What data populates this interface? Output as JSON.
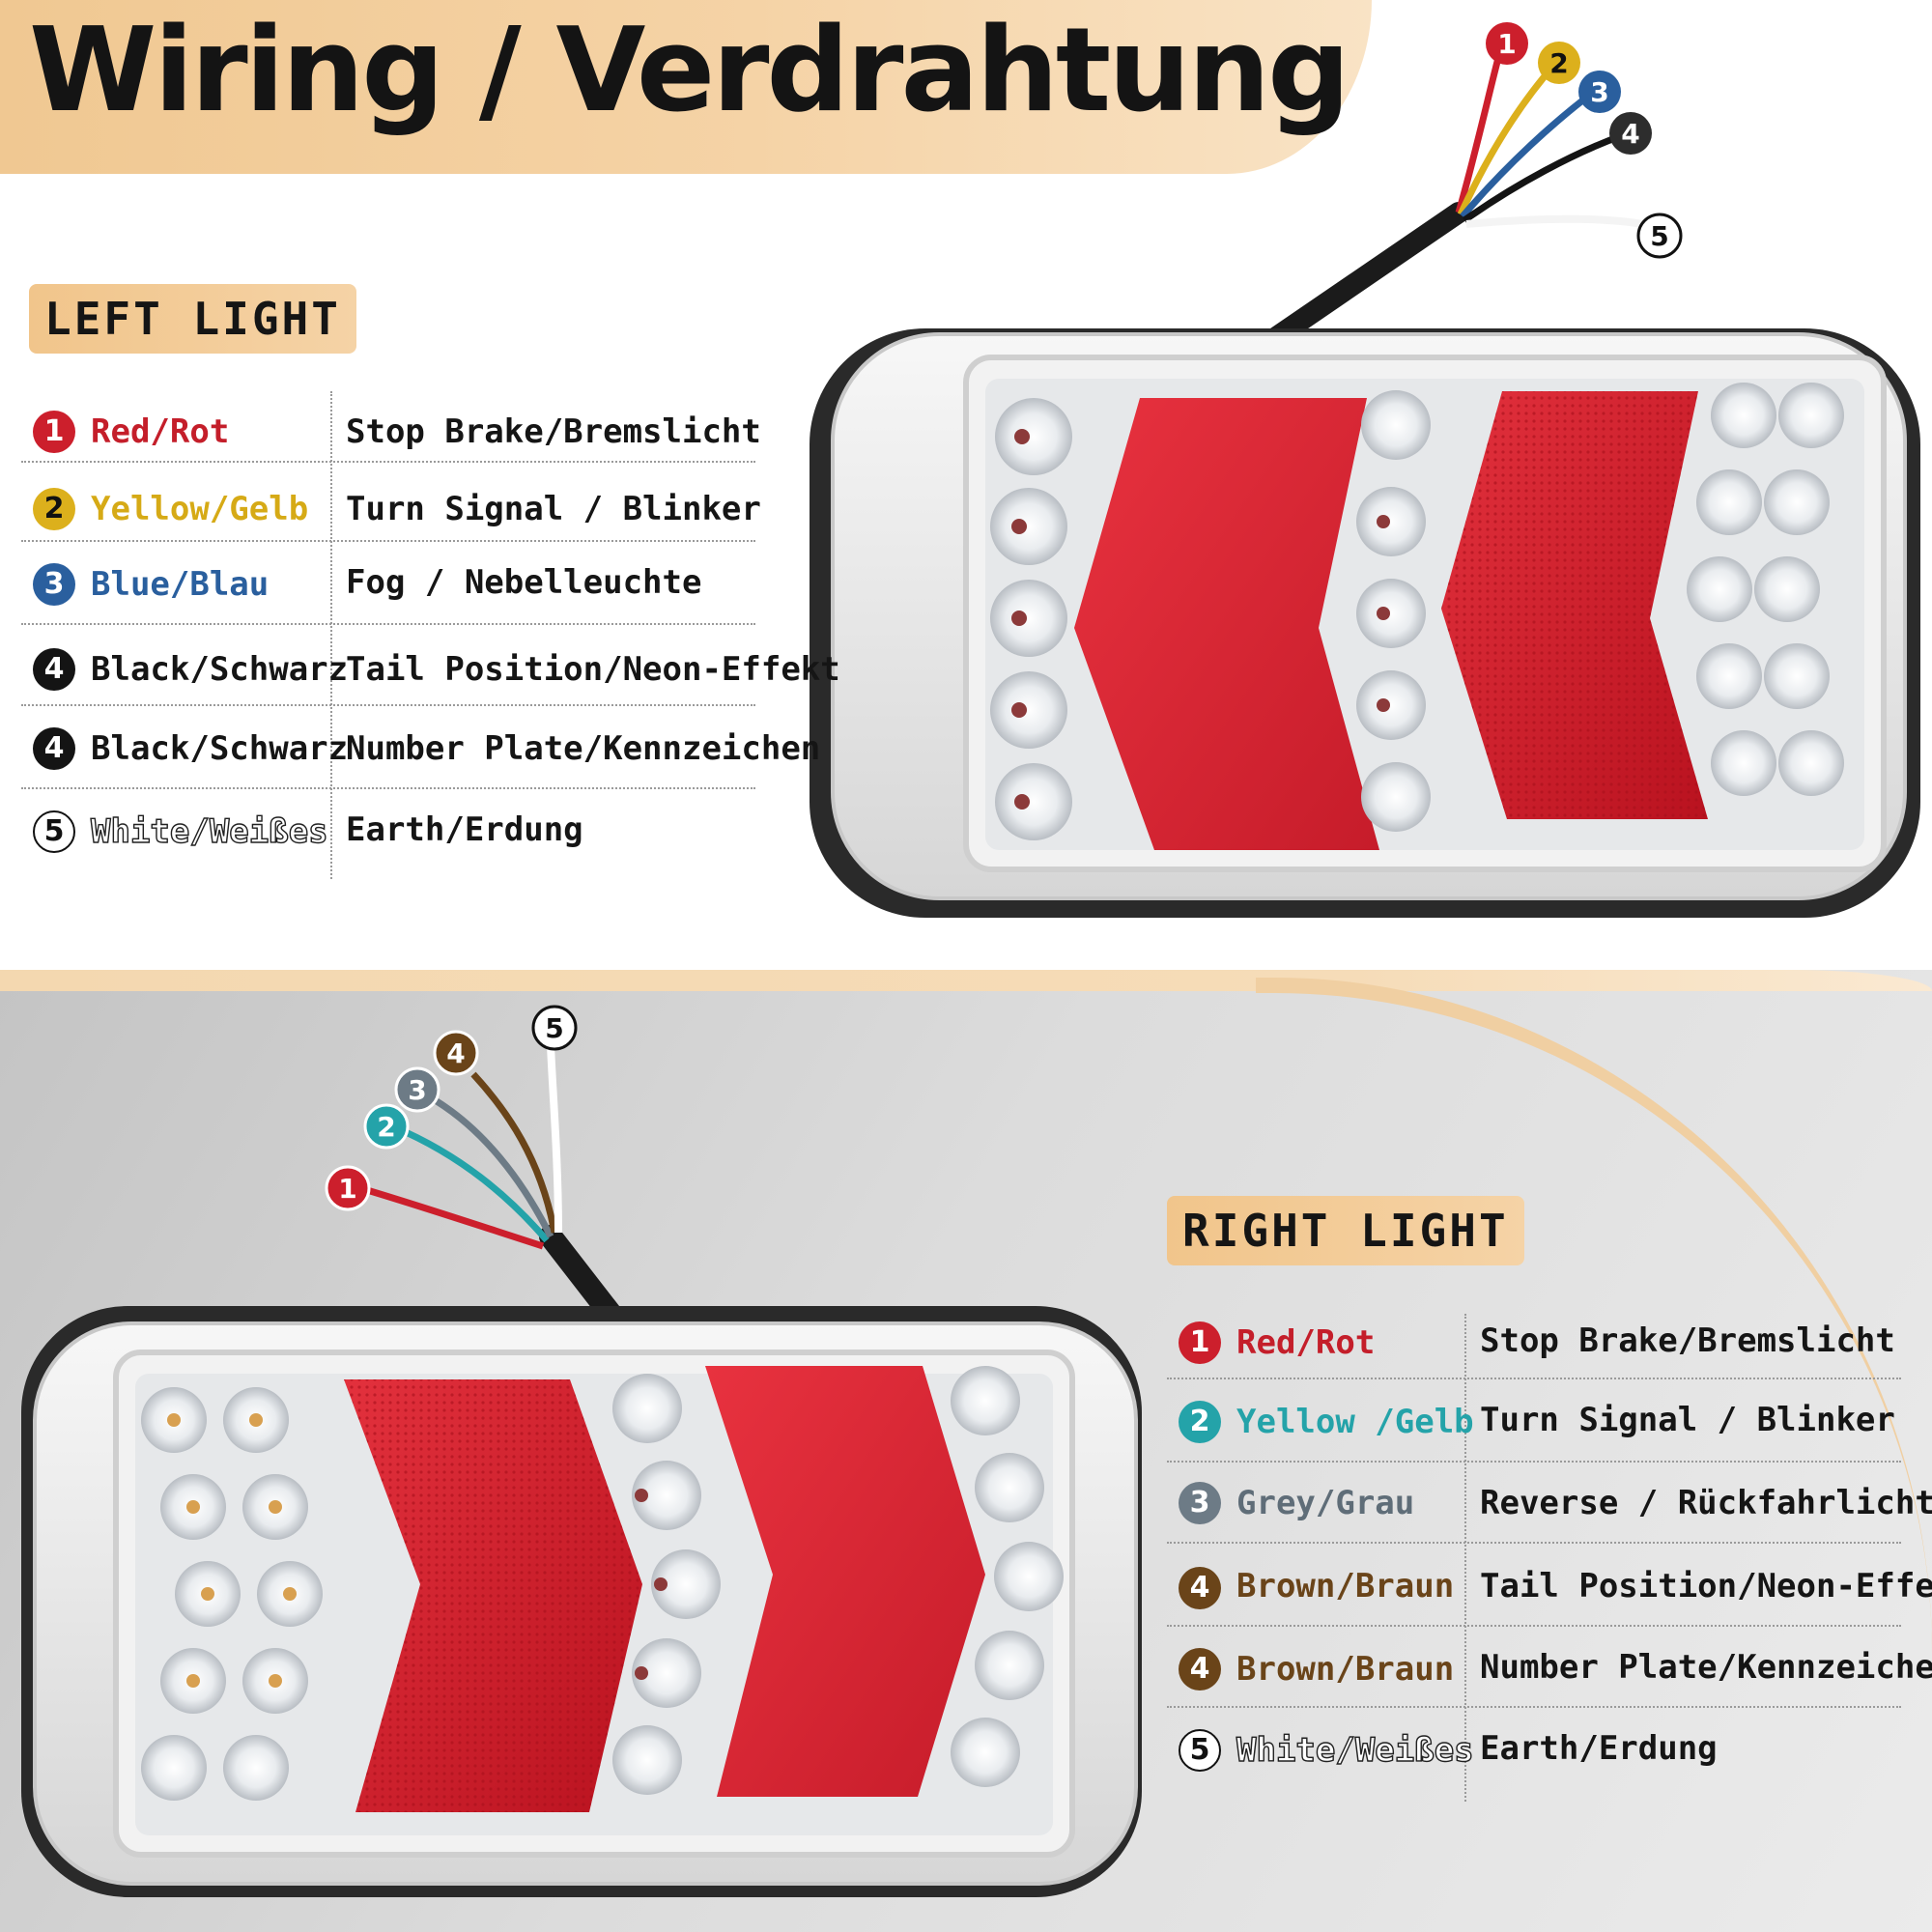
{
  "title": "Wiring / Verdrahtung",
  "left_light": {
    "heading": "LEFT LIGHT",
    "rows": [
      {
        "num": "1",
        "wire": "Red/Rot",
        "function": "Stop Brake/Bremslicht"
      },
      {
        "num": "2",
        "wire": "Yellow/Gelb",
        "function": "Turn Signal / Blinker"
      },
      {
        "num": "3",
        "wire": "Blue/Blau",
        "function": "Fog / Nebelleuchte"
      },
      {
        "num": "4",
        "wire": "Black/Schwarz",
        "function": "Tail Position/Neon-Effekt"
      },
      {
        "num": "4",
        "wire": "Black/Schwarz",
        "function": "Number Plate/Kennzeichen"
      },
      {
        "num": "5",
        "wire": "White/Weißes",
        "function": "Earth/Erdung"
      }
    ],
    "wire_badges": [
      "1",
      "2",
      "3",
      "4",
      "5"
    ]
  },
  "right_light": {
    "heading": "RIGHT LIGHT",
    "rows": [
      {
        "num": "1",
        "wire": "Red/Rot",
        "function": "Stop Brake/Bremslicht"
      },
      {
        "num": "2",
        "wire": "Yellow /Gelb",
        "function": "Turn Signal / Blinker"
      },
      {
        "num": "3",
        "wire": "Grey/Grau",
        "function": "Reverse / Rückfahrlicht"
      },
      {
        "num": "4",
        "wire": "Brown/Braun",
        "function": "Tail Position/Neon-Effekt"
      },
      {
        "num": "4",
        "wire": "Brown/Braun",
        "function": "Number Plate/Kennzeichen"
      },
      {
        "num": "5",
        "wire": "White/Weißes",
        "function": "Earth/Erdung"
      }
    ],
    "wire_badges": [
      "1",
      "2",
      "3",
      "4",
      "5"
    ]
  },
  "colors": {
    "red": "#cc1f2c",
    "yellow": "#dcb01c",
    "blue": "#2a5f9e",
    "black": "#141414",
    "teal": "#24a3a9",
    "grey": "#6d7b86",
    "brown": "#6a4419",
    "accent": "#f2c790"
  }
}
